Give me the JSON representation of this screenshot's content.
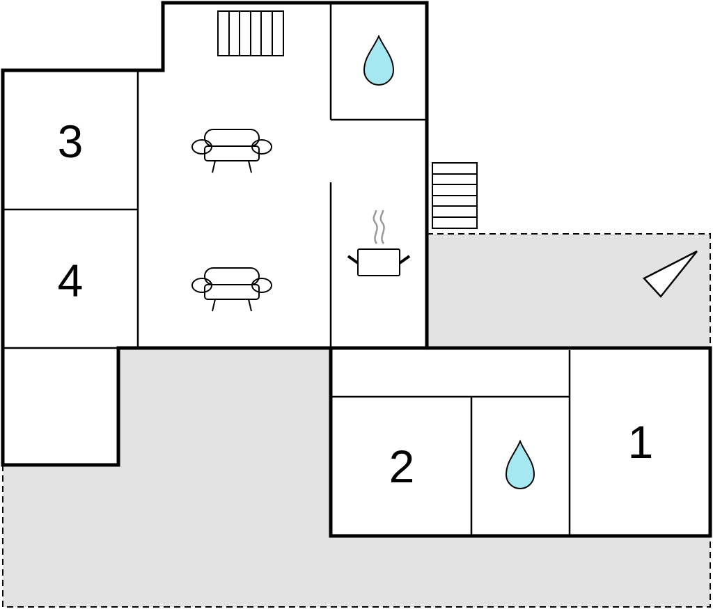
{
  "rooms": {
    "bedroom_1": {
      "label": "1"
    },
    "bedroom_2": {
      "label": "2"
    },
    "bedroom_3": {
      "label": "3"
    },
    "bedroom_4": {
      "label": "4"
    }
  },
  "icons": [
    "staircase-icon",
    "water-drop-icon",
    "sofa-icon",
    "cooking-pot-icon",
    "terrace-compass-icon"
  ],
  "colors": {
    "outdoor_area": "#e3e3e3",
    "water": "#a6e8f2",
    "steam": "#9a9a9a",
    "wall": "#000000"
  }
}
